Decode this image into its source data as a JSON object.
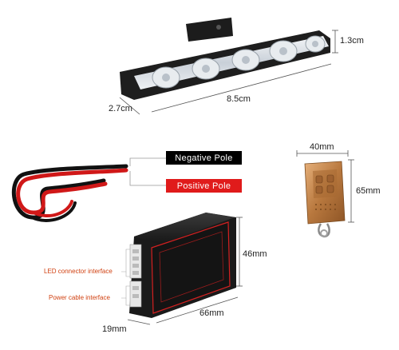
{
  "dimensions": {
    "height_light": "1.3cm",
    "depth_light": "2.7cm",
    "length_light": "8.5cm",
    "remote_width": "40mm",
    "remote_height": "65mm",
    "box_height": "46mm",
    "box_width": "66mm",
    "box_depth": "19mm"
  },
  "wires": {
    "negative_label": "Negative Pole",
    "positive_label": "Positive Pole"
  },
  "controller": {
    "led_interface_label": "LED connector interface",
    "power_interface_label": "Power cable interface"
  },
  "colors": {
    "negative": "#000000",
    "positive": "#e01b1b",
    "interface_text": "#d04010",
    "controller_outline": "#d42020",
    "remote_gold": "#c8864a"
  }
}
